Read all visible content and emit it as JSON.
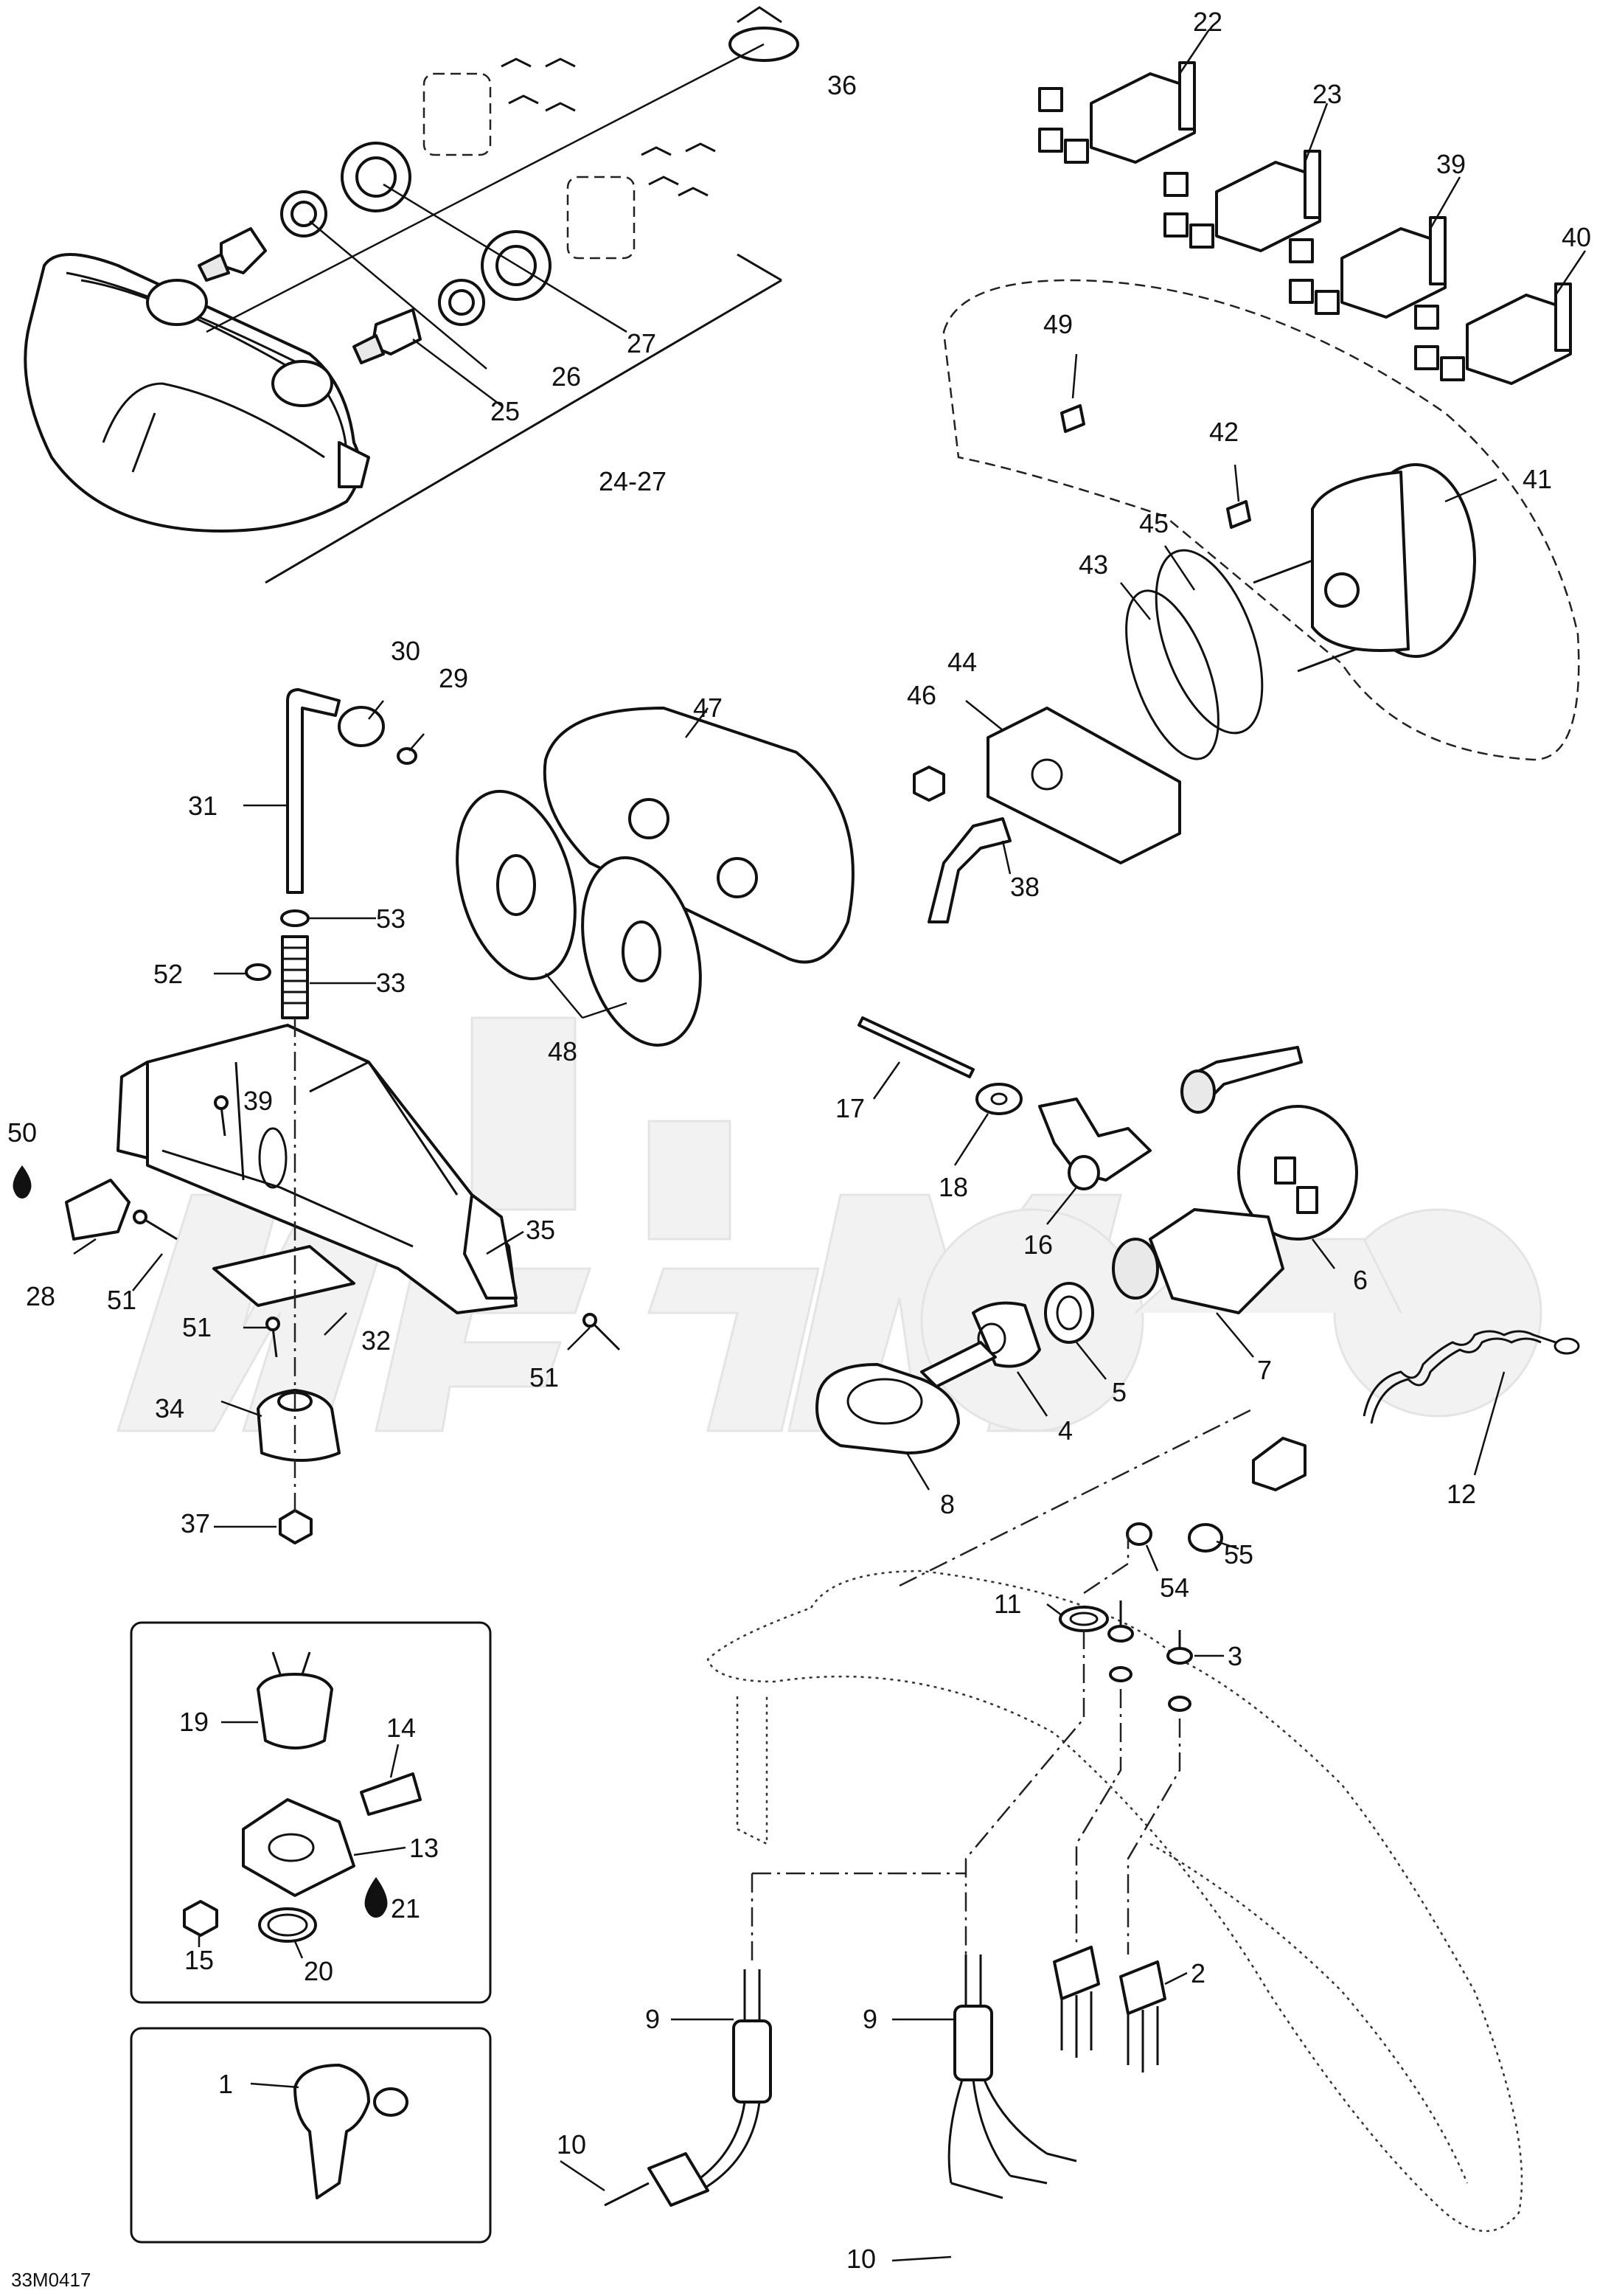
{
  "figure_code": "33M0417",
  "callouts": {
    "c1": "1",
    "c2": "2",
    "c3": "3",
    "c4": "4",
    "c5": "5",
    "c6": "6",
    "c7": "7",
    "c8": "8",
    "c9a": "9",
    "c9b": "9",
    "c10a": "10",
    "c10b": "10",
    "c11": "11",
    "c12": "12",
    "c13": "13",
    "c14": "14",
    "c15": "15",
    "c16": "16",
    "c17": "17",
    "c18": "18",
    "c19": "19",
    "c20": "20",
    "c21": "21",
    "c22": "22",
    "c23": "23",
    "c24_27": "24-27",
    "c25": "25",
    "c26": "26",
    "c27": "27",
    "c28": "28",
    "c29": "29",
    "c30": "30",
    "c31": "31",
    "c32": "32",
    "c33": "33",
    "c34": "34",
    "c35": "35",
    "c36": "36",
    "c37": "37",
    "c38": "38",
    "c39a": "39",
    "c39b": "39",
    "c40": "40",
    "c41": "41",
    "c42": "42",
    "c43": "43",
    "c44": "44",
    "c45": "45",
    "c46": "46",
    "c47": "47",
    "c48": "48",
    "c49": "49",
    "c50": "50",
    "c51a": "51",
    "c51b": "51",
    "c51c": "51",
    "c52": "52",
    "c53": "53",
    "c54": "54",
    "c55": "55"
  },
  "icons": {
    "lubricant": "oil-drop-icon"
  }
}
